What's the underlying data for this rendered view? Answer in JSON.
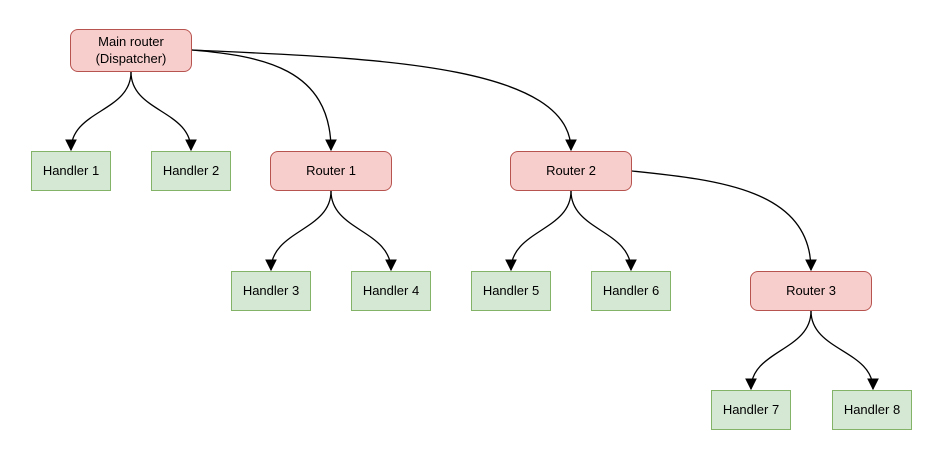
{
  "diagram": {
    "colors": {
      "router_fill": "#f8cecc",
      "router_stroke": "#b85450",
      "handler_fill": "#d5e8d4",
      "handler_stroke": "#82b366",
      "edge": "#000000"
    },
    "nodes": {
      "main": {
        "label": "Main router\n(Dispatcher)",
        "type": "router"
      },
      "h1": {
        "label": "Handler 1",
        "type": "handler"
      },
      "h2": {
        "label": "Handler 2",
        "type": "handler"
      },
      "r1": {
        "label": "Router 1",
        "type": "router"
      },
      "r2": {
        "label": "Router 2",
        "type": "router"
      },
      "h3": {
        "label": "Handler 3",
        "type": "handler"
      },
      "h4": {
        "label": "Handler 4",
        "type": "handler"
      },
      "h5": {
        "label": "Handler 5",
        "type": "handler"
      },
      "h6": {
        "label": "Handler 6",
        "type": "handler"
      },
      "r3": {
        "label": "Router 3",
        "type": "router"
      },
      "h7": {
        "label": "Handler 7",
        "type": "handler"
      },
      "h8": {
        "label": "Handler 8",
        "type": "handler"
      }
    },
    "edges": [
      {
        "from": "main",
        "to": "h1"
      },
      {
        "from": "main",
        "to": "h2"
      },
      {
        "from": "main",
        "to": "r1"
      },
      {
        "from": "main",
        "to": "r2"
      },
      {
        "from": "r1",
        "to": "h3"
      },
      {
        "from": "r1",
        "to": "h4"
      },
      {
        "from": "r2",
        "to": "h5"
      },
      {
        "from": "r2",
        "to": "h6"
      },
      {
        "from": "r2",
        "to": "r3"
      },
      {
        "from": "r3",
        "to": "h7"
      },
      {
        "from": "r3",
        "to": "h8"
      }
    ]
  }
}
